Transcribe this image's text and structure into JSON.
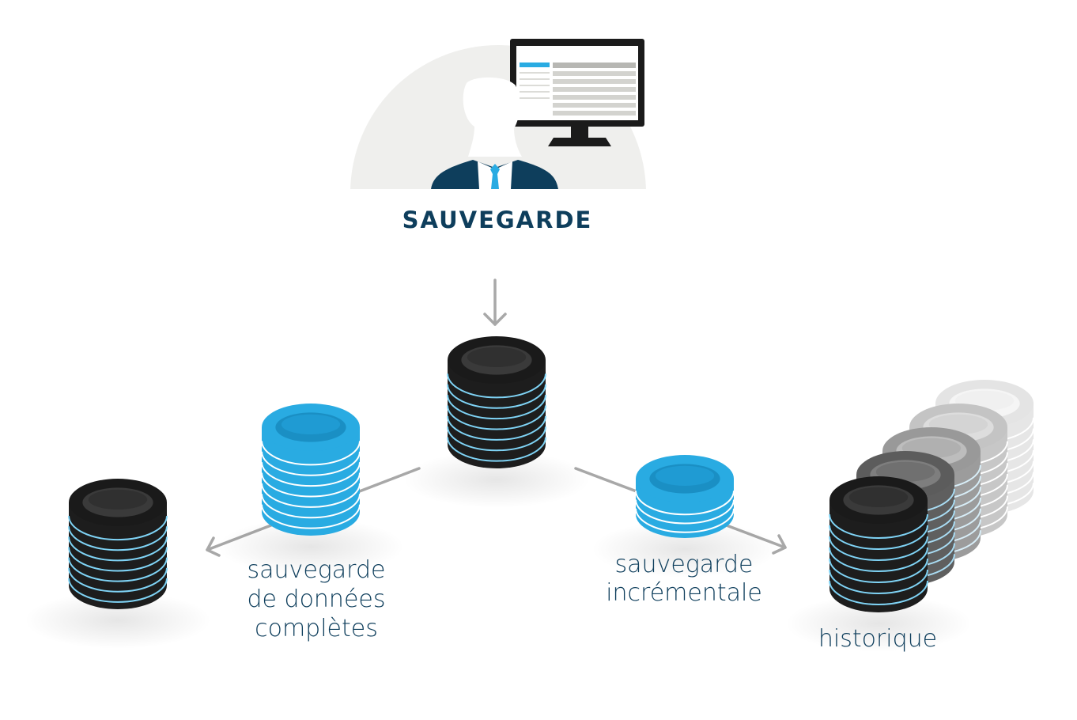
{
  "title": "SAUVEGARDE",
  "labels": {
    "full": [
      "sauvegarde",
      "de données",
      "complètes"
    ],
    "incremental": [
      "sauvegarde",
      "incrémentale"
    ],
    "history": "historique"
  },
  "colors": {
    "navy": "#0e3e5c",
    "blue": "#29abe2",
    "blue_dark": "#1a8fc4",
    "black": "#1d1d1d",
    "arrow": "#a8a8a8",
    "stripe": "#7fd3f5",
    "backdrop": "#efefed"
  },
  "icons": {
    "user": "user-silhouette-icon",
    "monitor": "monitor-icon",
    "database": "database-stack-icon",
    "arrow": "arrow-icon"
  }
}
